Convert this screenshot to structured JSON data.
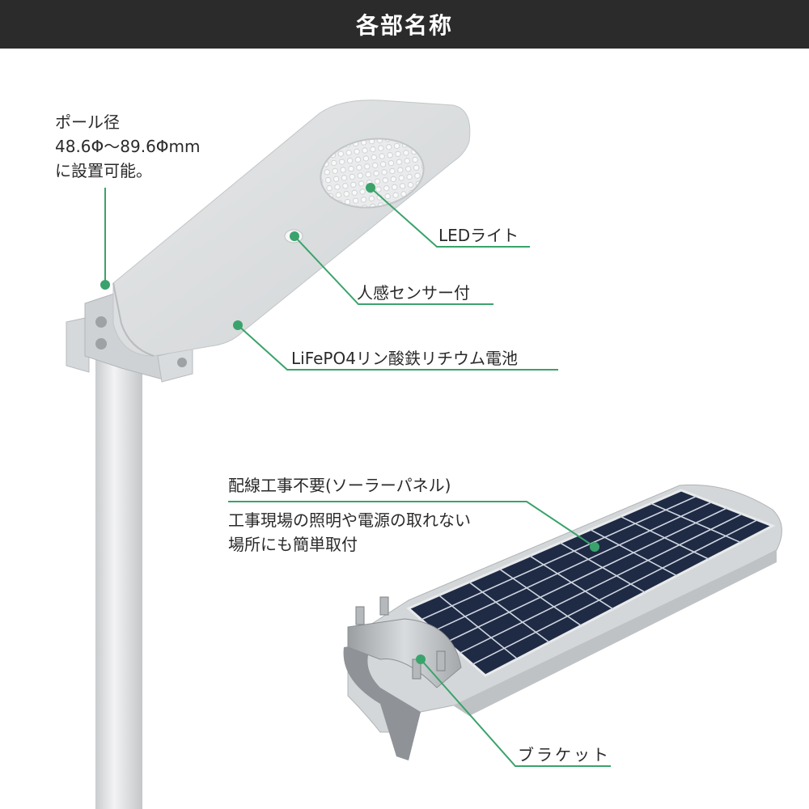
{
  "header": {
    "title": "各部名称"
  },
  "colors": {
    "header_bg": "#2b2b2b",
    "accent": "#3aa36b",
    "panel": "#1f2a44"
  },
  "labels": {
    "pole": [
      "ポール径",
      "48.6Φ～89.6Φmm",
      "に設置可能。"
    ],
    "led": "LEDライト",
    "sensor": "人感センサー付",
    "battery": "LiFePO4リン酸鉄リチウム電池",
    "solar_title": "配線工事不要(ソーラーパネル)",
    "solar_desc": [
      "工事現場の照明や電源の取れない",
      "場所にも簡単取付"
    ],
    "bracket": "ブラケット"
  }
}
